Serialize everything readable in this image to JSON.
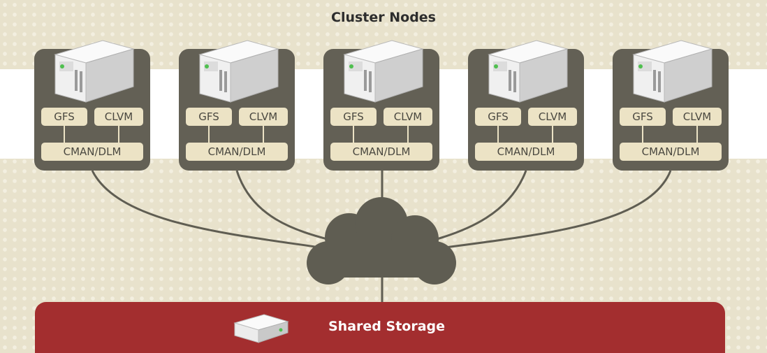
{
  "title": "Cluster Nodes",
  "nodes": [
    {
      "gfs": "GFS",
      "clvm": "CLVM",
      "cman": "CMAN/DLM"
    },
    {
      "gfs": "GFS",
      "clvm": "CLVM",
      "cman": "CMAN/DLM"
    },
    {
      "gfs": "GFS",
      "clvm": "CLVM",
      "cman": "CMAN/DLM"
    },
    {
      "gfs": "GFS",
      "clvm": "CLVM",
      "cman": "CMAN/DLM"
    },
    {
      "gfs": "GFS",
      "clvm": "CLVM",
      "cman": "CMAN/DLM"
    }
  ],
  "storage": {
    "label": "Shared Storage"
  },
  "icons": {
    "node": "server-icon",
    "network": "cloud-icon",
    "storage": "disk-icon"
  },
  "colors": {
    "background": "#e8e2cc",
    "node_box": "#636055",
    "pill": "#ece3c5",
    "storage": "#a32e2f",
    "cloud": "#5f5d52",
    "link": "#5f5d52"
  }
}
